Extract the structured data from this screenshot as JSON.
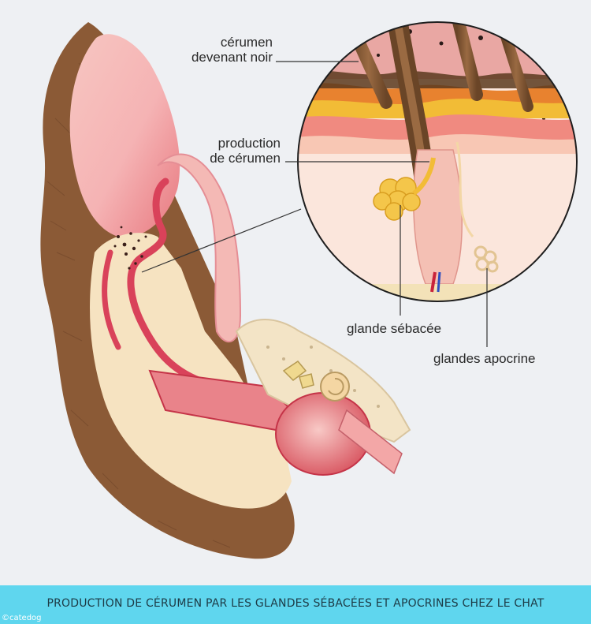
{
  "labels": {
    "cerumen_noir": [
      "cérumen",
      "devenant noir"
    ],
    "production": [
      "production",
      "de cérumen"
    ],
    "glande_sebacee": "glande sébacée",
    "glandes_apocrine": "glandes apocrine"
  },
  "caption": "PRODUCTION DE CÉRUMEN PAR LES GLANDES SÉBACÉES ET APOCRINES CHEZ LE CHAT",
  "credit": "©catedog",
  "colors": {
    "fur": "#8b5a36",
    "skin": "#f6e3c1",
    "canal": "#d9425a",
    "caption_bar": "#5fd6ee"
  }
}
